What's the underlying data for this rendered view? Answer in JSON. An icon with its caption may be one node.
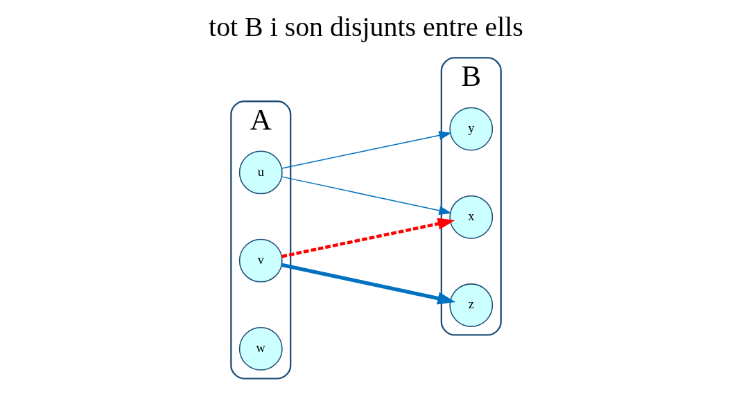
{
  "diagram": {
    "title": "tot B i son disjunts entre ells",
    "nodes": [
      {
        "text": [
          "A"
        ]
      },
      {
        "text": [
          "u"
        ],
        "in": 0
      },
      {
        "text": [
          "v"
        ],
        "in": 0
      },
      {
        "text": [
          "w"
        ],
        "in": 0
      },
      {
        "text": [
          "B"
        ]
      },
      {
        "text": [
          "x"
        ],
        "in": 4
      },
      {
        "text": [
          "y"
        ],
        "in": 4
      },
      {
        "text": [
          "z"
        ],
        "in": 4
      }
    ],
    "edges": [
      {
        "from": 1,
        "to": 5,
        "arrow": "to"
      },
      {
        "from": 1,
        "to": 6,
        "arrow": "to"
      },
      {
        "from": 2,
        "to": 5,
        "arrow": "to",
        "style": "dashed",
        "color": "#ff0000"
      },
      {
        "from": 2,
        "to": 7,
        "arrow": "to",
        "style": "thick"
      }
    ]
  }
}
